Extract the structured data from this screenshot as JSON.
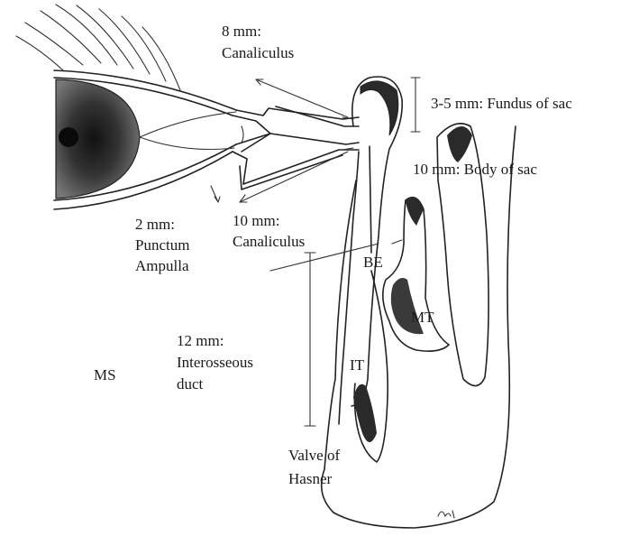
{
  "labels": {
    "canaliculus_top_1": "8 mm:",
    "canaliculus_top_2": "Canaliculus",
    "fundus": "3-5 mm: Fundus of sac",
    "body_sac": "10 mm: Body of sac",
    "punctum_1": "2 mm:",
    "punctum_2": "Punctum",
    "punctum_3": "Ampulla",
    "canaliculus_low_1": "10 mm:",
    "canaliculus_low_2": "Canaliculus",
    "be": "BE",
    "mt": "MT",
    "it": "IT",
    "interosseous_1": "12 mm:",
    "interosseous_2": "Interosseous",
    "interosseous_3": "duct",
    "ms": "MS",
    "valve_1": "Valve of",
    "valve_2": "Hasner"
  }
}
